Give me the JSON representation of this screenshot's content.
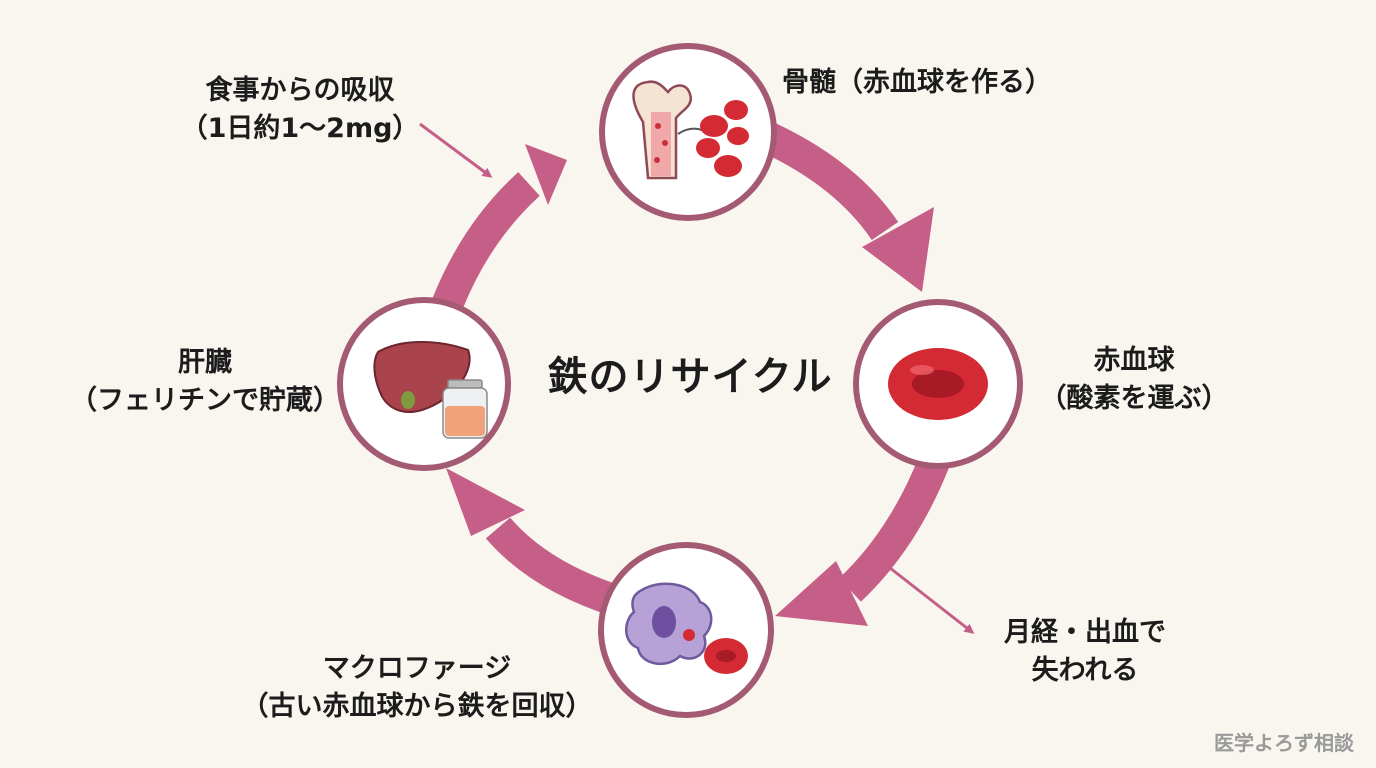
{
  "center_title": "鉄のリサイクル",
  "nodes": {
    "bone_marrow": {
      "label": "骨髄（赤血球を作る）"
    },
    "red_blood_cell": {
      "label_line1": "赤血球",
      "label_line2": "（酸素を運ぶ）"
    },
    "macrophage": {
      "label_line1": "マクロファージ",
      "label_line2": "（古い赤血球から鉄を回収）"
    },
    "liver": {
      "label_line1": "肝臓",
      "label_line2": "（フェリチンで貯蔵）"
    }
  },
  "inflow": {
    "label_line1": "食事からの吸収",
    "label_line2": "（1日約1〜2mg）"
  },
  "outflow": {
    "label_line1": "月経・出血で",
    "label_line2": "失われる"
  },
  "watermark": "医学よろず相談",
  "colors": {
    "arrow": "#c65f87",
    "circle_border": "#a45a72",
    "background": "#f8f6ef",
    "blood": "#d42a34"
  }
}
